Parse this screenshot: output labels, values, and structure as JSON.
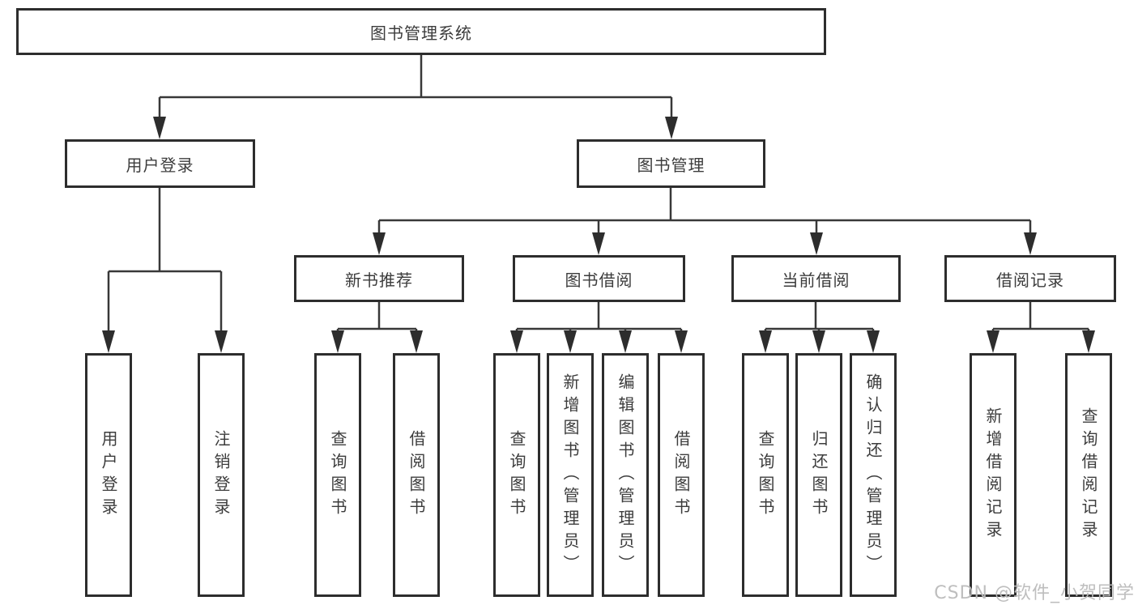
{
  "tree": {
    "root": {
      "label": "图书管理系统",
      "children": [
        {
          "label": "用户登录",
          "children": [
            {
              "label": "用户登录"
            },
            {
              "label": "注销登录"
            }
          ]
        },
        {
          "label": "图书管理",
          "children": [
            {
              "label": "新书推荐",
              "children": [
                {
                  "label": "查询图书"
                },
                {
                  "label": "借阅图书"
                }
              ]
            },
            {
              "label": "图书借阅",
              "children": [
                {
                  "label": "查询图书"
                },
                {
                  "label": "新增图书（管理员）"
                },
                {
                  "label": "编辑图书（管理员）"
                },
                {
                  "label": "借阅图书"
                }
              ]
            },
            {
              "label": "当前借阅",
              "children": [
                {
                  "label": "查询图书"
                },
                {
                  "label": "归还图书"
                },
                {
                  "label": "确认归还（管理员）"
                }
              ]
            },
            {
              "label": "借阅记录",
              "children": [
                {
                  "label": "新增借阅记录"
                },
                {
                  "label": "查询借阅记录"
                }
              ]
            }
          ]
        }
      ]
    }
  },
  "colors": {
    "line": "#383838",
    "border": "#2d2d2d",
    "text": "#3c3c3c",
    "watermark": "#bababa"
  },
  "watermark": "CSDN @软件_小贺同学"
}
